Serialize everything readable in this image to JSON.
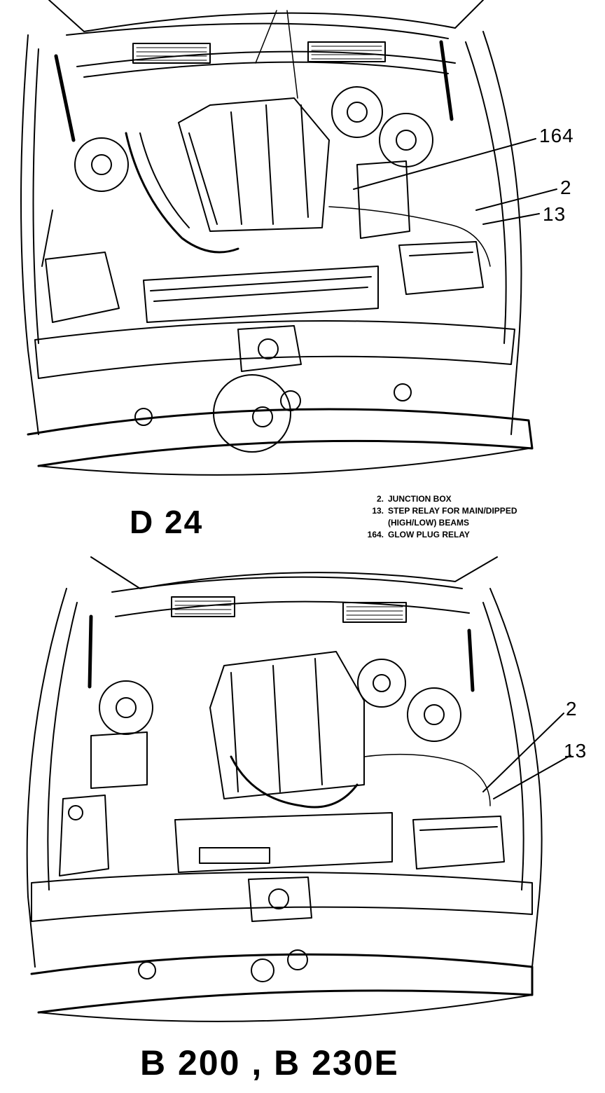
{
  "top_diagram": {
    "model_label": "D 24",
    "callouts": {
      "c164": "164",
      "c2": "2",
      "c13": "13"
    }
  },
  "legend": {
    "items": [
      {
        "num": "2.",
        "text": "JUNCTION BOX"
      },
      {
        "num": "13.",
        "text": "STEP RELAY FOR MAIN/DIPPED",
        "text2": "(HIGH/LOW) BEAMS"
      },
      {
        "num": "164.",
        "text": "GLOW PLUG RELAY"
      }
    ]
  },
  "bottom_diagram": {
    "model_label": "B 200 , B 230E",
    "callouts": {
      "c2": "2",
      "c13": "13"
    }
  },
  "colors": {
    "ink": "#000000",
    "paper": "#ffffff"
  }
}
